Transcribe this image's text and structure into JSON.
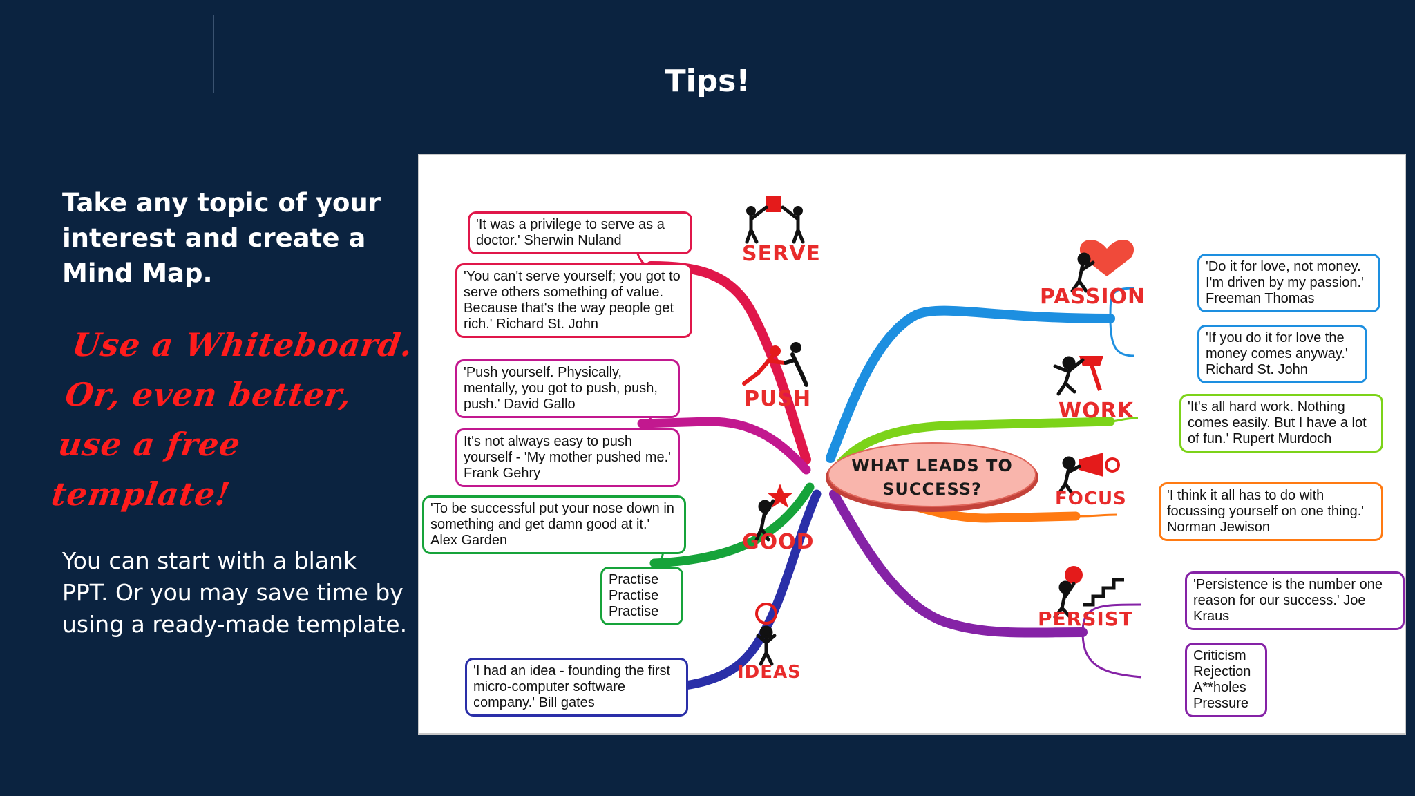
{
  "slide": {
    "title": "Tips!",
    "lead": "Take any topic of your interest and create a Mind Map.",
    "cursive": "Use a Whiteboard. Or, even better, use a free template!",
    "body": "You can start with a blank PPT. Or you may save time by using a ready-made template."
  },
  "mindmap": {
    "center": "WHAT LEADS TO SUCCESS?",
    "branches": {
      "serve": "SERVE",
      "push": "PUSH",
      "good": "GOOD",
      "ideas": "IDEAS",
      "passion": "PASSION",
      "work": "WORK",
      "focus": "FOCUS",
      "persist": "PERSIST"
    },
    "quotes": {
      "serve_1": "'It was a privilege to serve as a doctor.' Sherwin Nuland",
      "serve_2": "'You can't serve yourself; you got to serve others something of value. Because that's the way people get rich.' Richard St. John",
      "push_1": "'Push yourself. Physically, mentally, you got to push, push, push.' David Gallo",
      "push_2": "It's not always easy to push yourself - 'My mother pushed me.' Frank Gehry",
      "good_1": "'To be successful put your nose down in something and get damn good at it.' Alex Garden",
      "good_2": "Practise Practise Practise",
      "ideas_1": "'I had an idea - founding the first micro-computer software company.' Bill gates",
      "passion_1": "'Do it for love, not money. I'm driven by my passion.' Freeman Thomas",
      "passion_2": "'If you do it for love the money comes anyway.' Richard St. John",
      "work_1": "'It's all hard work. Nothing comes easily. But I have a lot of fun.' Rupert Murdoch",
      "focus_1": "'I think it all has to do with focussing yourself on one thing.' Norman Jewison",
      "persist_1": "'Persistence is the number one reason for our success.' Joe Kraus",
      "persist_2": "Criticism Rejection A**holes Pressure"
    },
    "colors": {
      "serve": "#e0174a",
      "push": "#c2188f",
      "good": "#16a33a",
      "ideas": "#2a2fa8",
      "passion": "#1d8fe0",
      "work": "#7cd319",
      "focus": "#ff7a12",
      "persist": "#8522a6",
      "label": "#e82b2b",
      "center_fill": "#f9b5ac"
    }
  }
}
